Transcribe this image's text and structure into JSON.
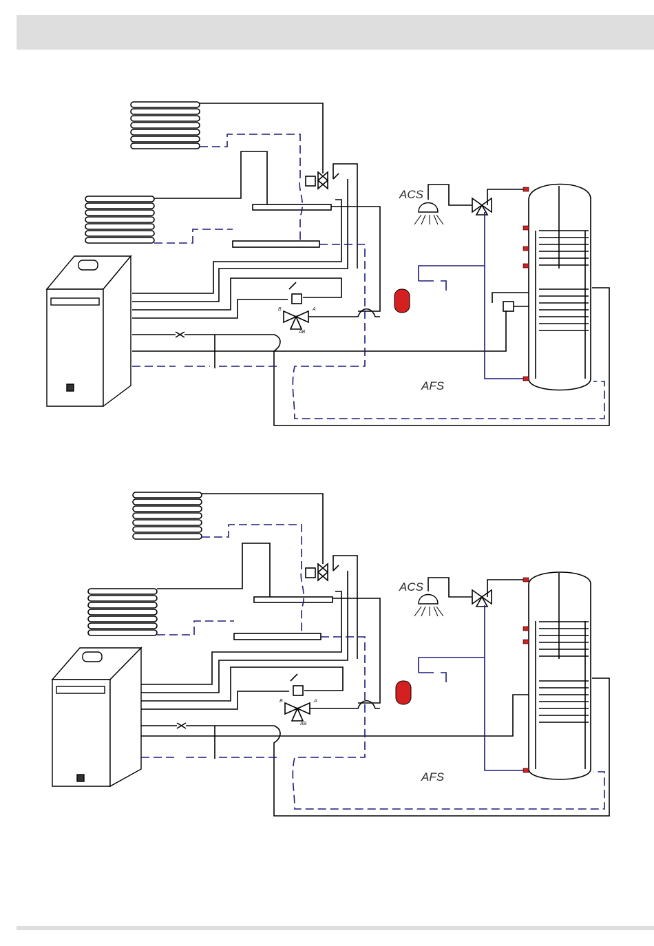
{
  "diagrams": [
    {
      "labels": {
        "dhw": "ACS",
        "cold_water": "AFS",
        "valve_port_a": "A",
        "valve_port_b": "B",
        "valve_port_ab": "AB"
      }
    },
    {
      "labels": {
        "dhw": "ACS",
        "cold_water": "AFS",
        "valve_port_a": "A",
        "valve_port_b": "B",
        "valve_port_ab": "AB"
      }
    }
  ],
  "colors": {
    "supply_line": "#000000",
    "return_line": "#1a1a7a",
    "expansion_vessel": "#d42020",
    "header_band": "#dedede"
  }
}
